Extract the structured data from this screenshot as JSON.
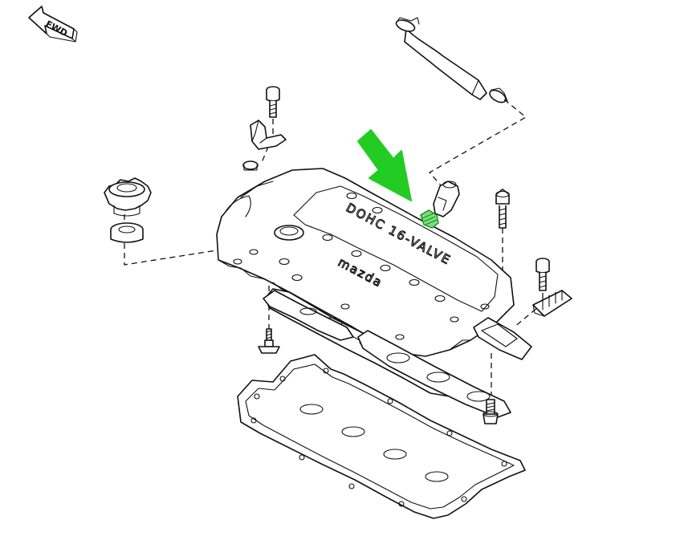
{
  "diagram": {
    "direction_label": "FWD",
    "cover_lettering_1": "DOHC 16-VALVE",
    "cover_lettering_2": "mazda",
    "highlight_color": "#22cc22",
    "highlighted_part": "pcv-valve"
  }
}
